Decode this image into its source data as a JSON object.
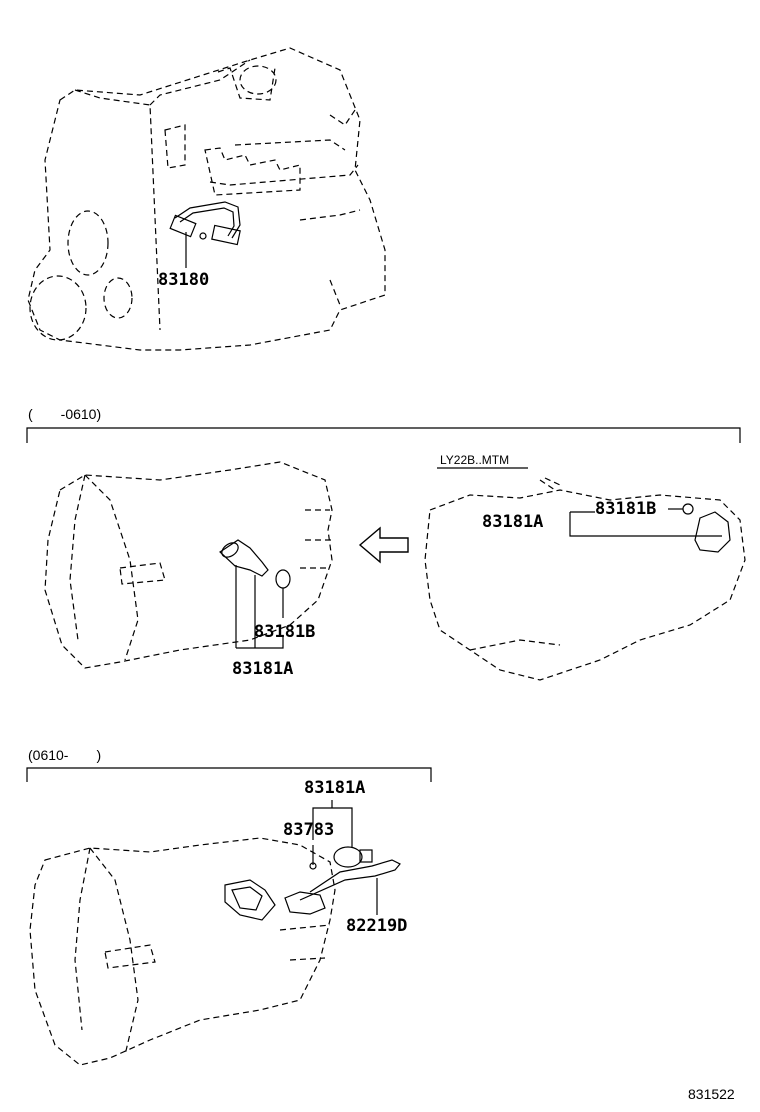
{
  "figure_id": "831522",
  "top_section": {
    "part_label": "83180"
  },
  "middle_section": {
    "range_label": "(  -0610)",
    "inset_label": "LY22B..MTM",
    "labels": {
      "part_a": "83181A",
      "part_b": "83181B",
      "inset_part_a": "83181A",
      "inset_part_b": "83181B"
    }
  },
  "bottom_section": {
    "range_label": "(0610-  )",
    "labels": {
      "part_a": "83181A",
      "part_783": "83783",
      "part_219": "82219D"
    }
  }
}
